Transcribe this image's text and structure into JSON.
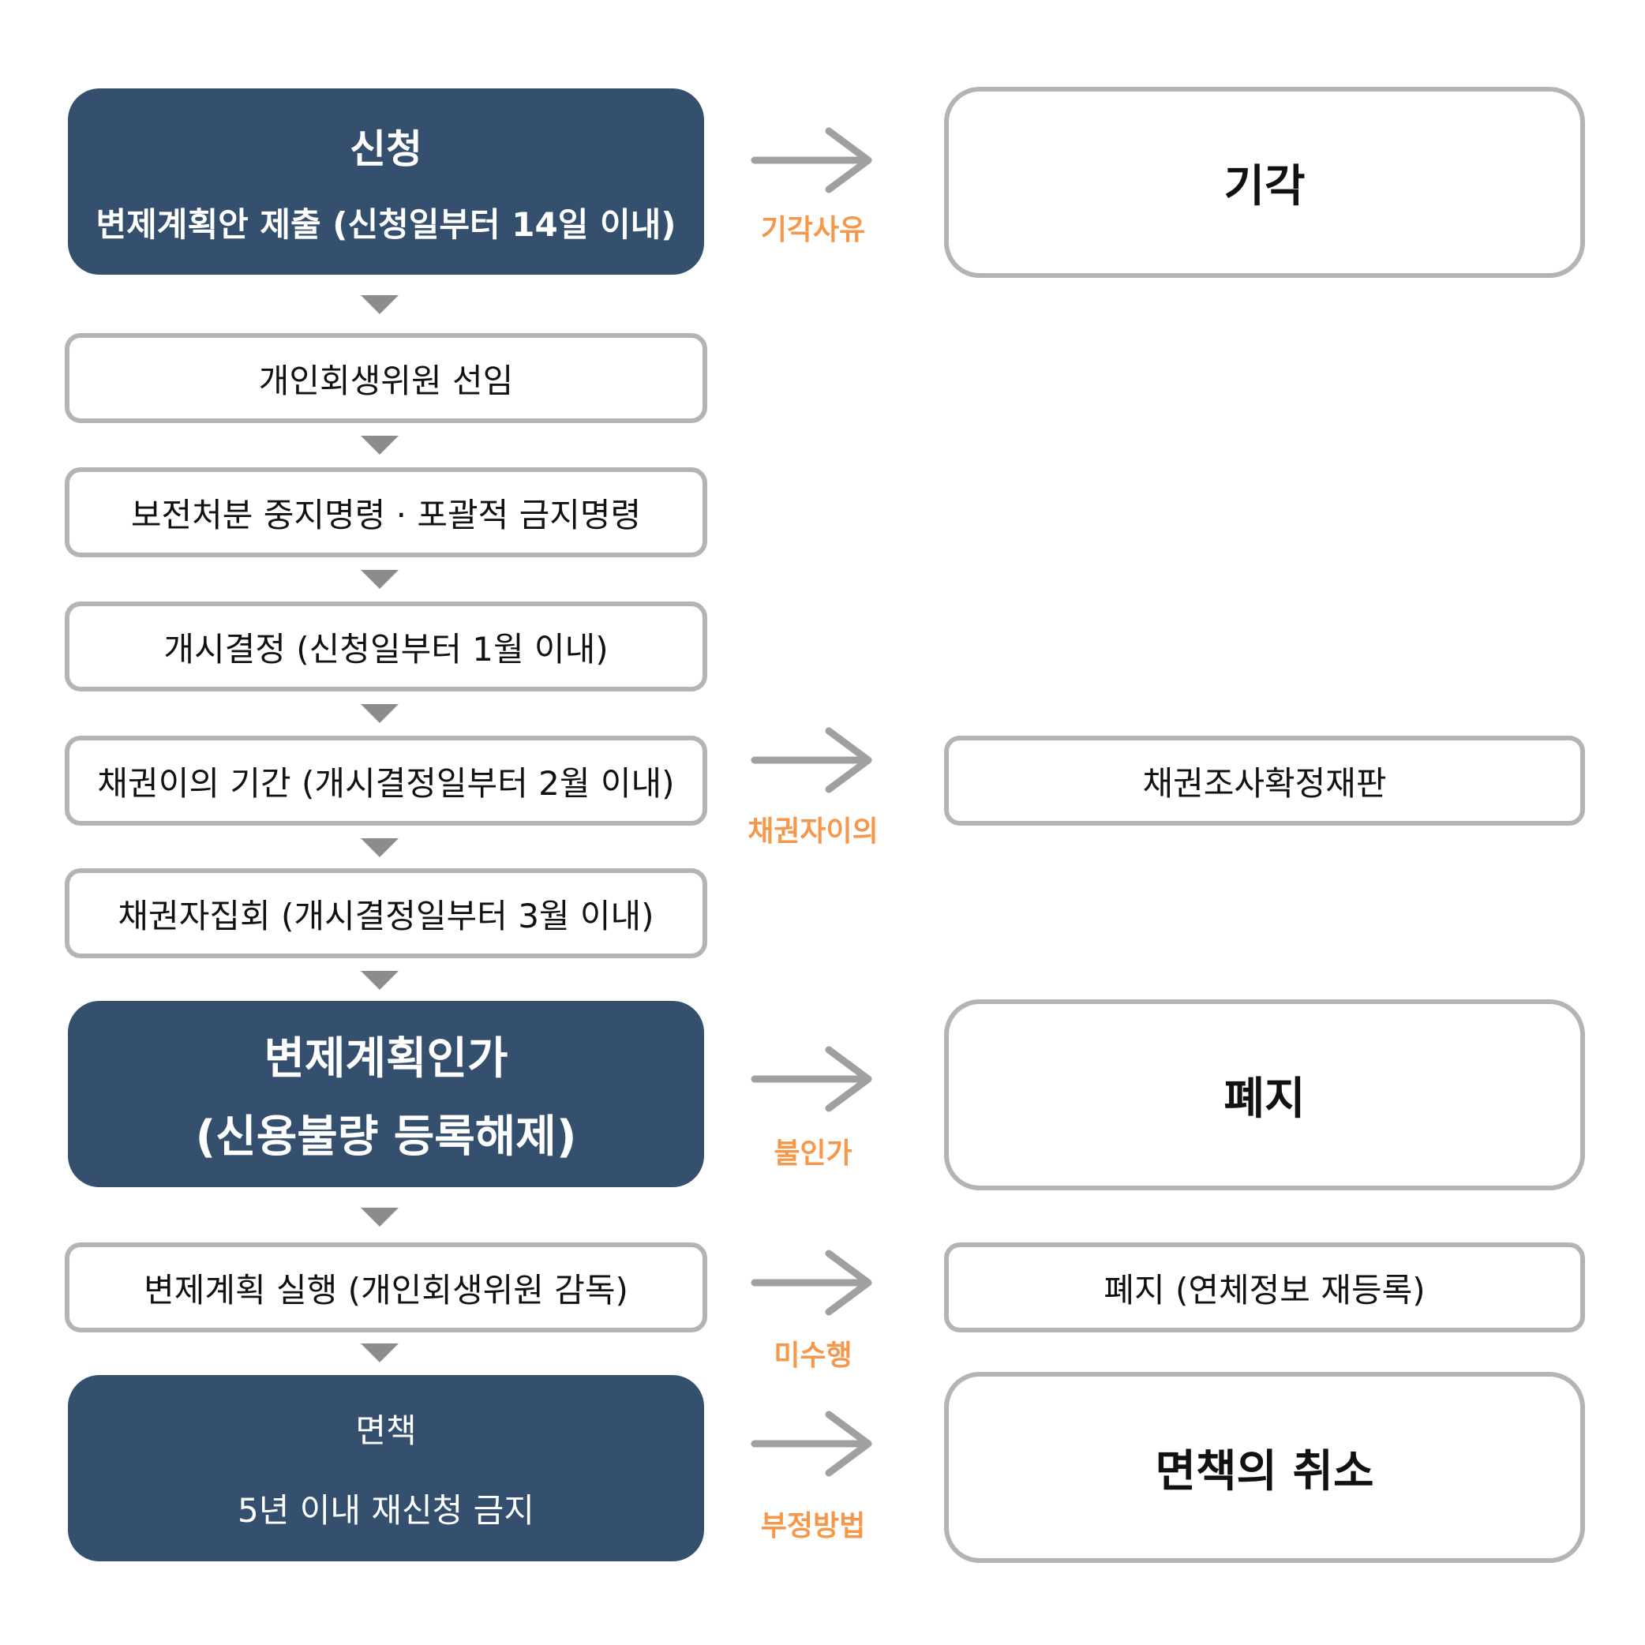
{
  "main": {
    "apply_title": "신청",
    "apply_sub": "변제계획안 제출 (신청일부터 14일 이내)",
    "trustee": "개인회생위원 선임",
    "orders": "보전처분 중지명령 · 포괄적 금지명령",
    "commence": "개시결정 (신청일부터 1월 이내)",
    "objection_period": "채권이의 기간 (개시결정일부터 2월 이내)",
    "creditor_meeting": "채권자집회 (개시결정일부터 3월 이내)",
    "approval_line1": "변제계획인가",
    "approval_line2": "(신용불량 등록해제)",
    "execute": "변제계획 실행 (개인회생위원 감독)",
    "discharge_title": "면책",
    "discharge_sub": "5년 이내 재신청 금지"
  },
  "side": {
    "dismissal": "기각",
    "claim_trial": "채권조사확정재판",
    "abolition": "폐지",
    "abolition_reregister": "폐지 (연체정보 재등록)",
    "discharge_cancel": "면책의 취소"
  },
  "labels": {
    "dismissal_reason": "기각사유",
    "creditor_objection": "채권자이의",
    "not_approved": "불인가",
    "not_performed": "미수행",
    "fraud": "부정방법"
  },
  "colors": {
    "dark_box": "#34506e",
    "border": "#b4b4b4",
    "arrow": "#a0a0a0",
    "down_arrow": "#8c8c8c",
    "label": "#f5984c"
  }
}
